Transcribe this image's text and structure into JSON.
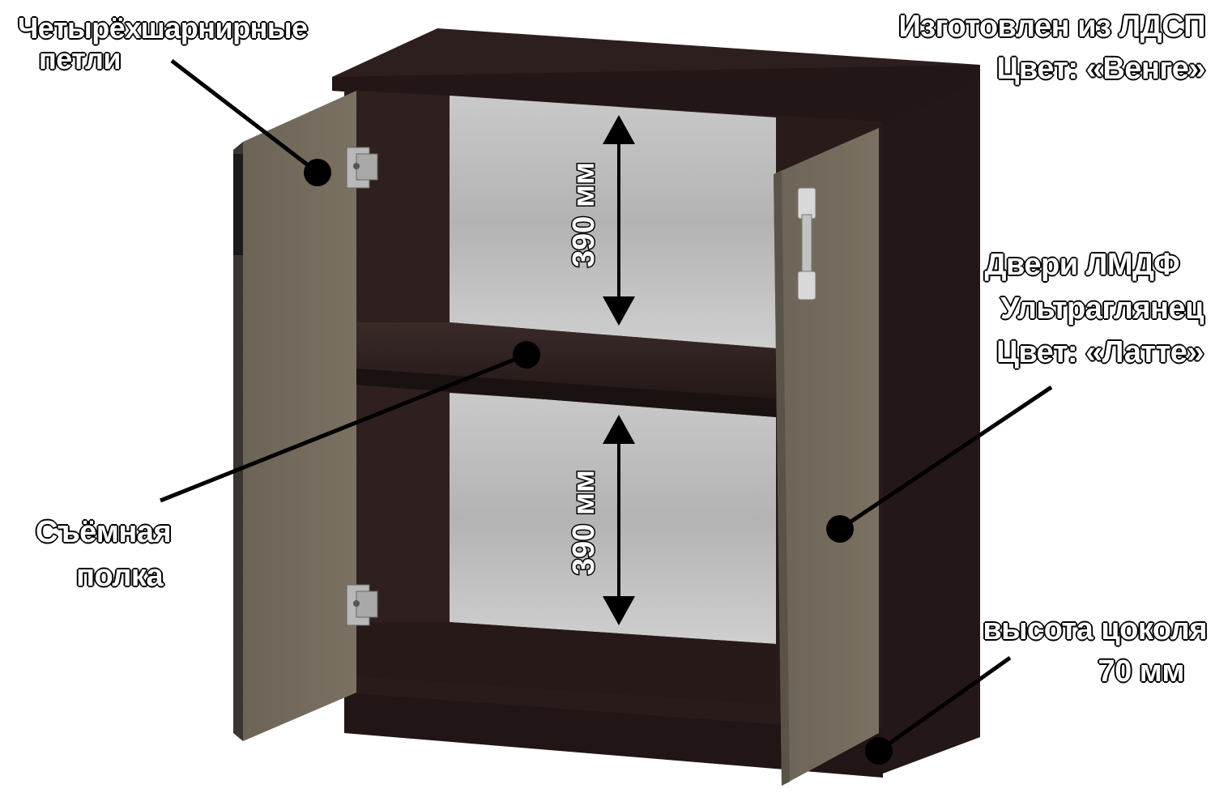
{
  "colors": {
    "body": "#2a1b1b",
    "door": "#736a5d",
    "interior_back": "#b9b9b9",
    "callout": "#000000"
  },
  "labels": {
    "hinges": [
      "Четырёхшарнирные",
      "петли"
    ],
    "material": [
      "Изготовлен из ЛДСП",
      "Цвет:  «Венге»"
    ],
    "doors": [
      "Двери ЛМДФ",
      "Ультраглянец",
      "Цвет:  «Латте»"
    ],
    "shelf": [
      "Съёмная",
      "полка"
    ],
    "plinth": [
      "высота цоколя",
      "70 мм"
    ]
  },
  "dimensions": {
    "upper": "390 мм",
    "lower": "390 мм"
  },
  "icons": {
    "hinge": "hinge-icon",
    "handle": "door-handle-icon",
    "arrow": "double-arrow-icon"
  }
}
